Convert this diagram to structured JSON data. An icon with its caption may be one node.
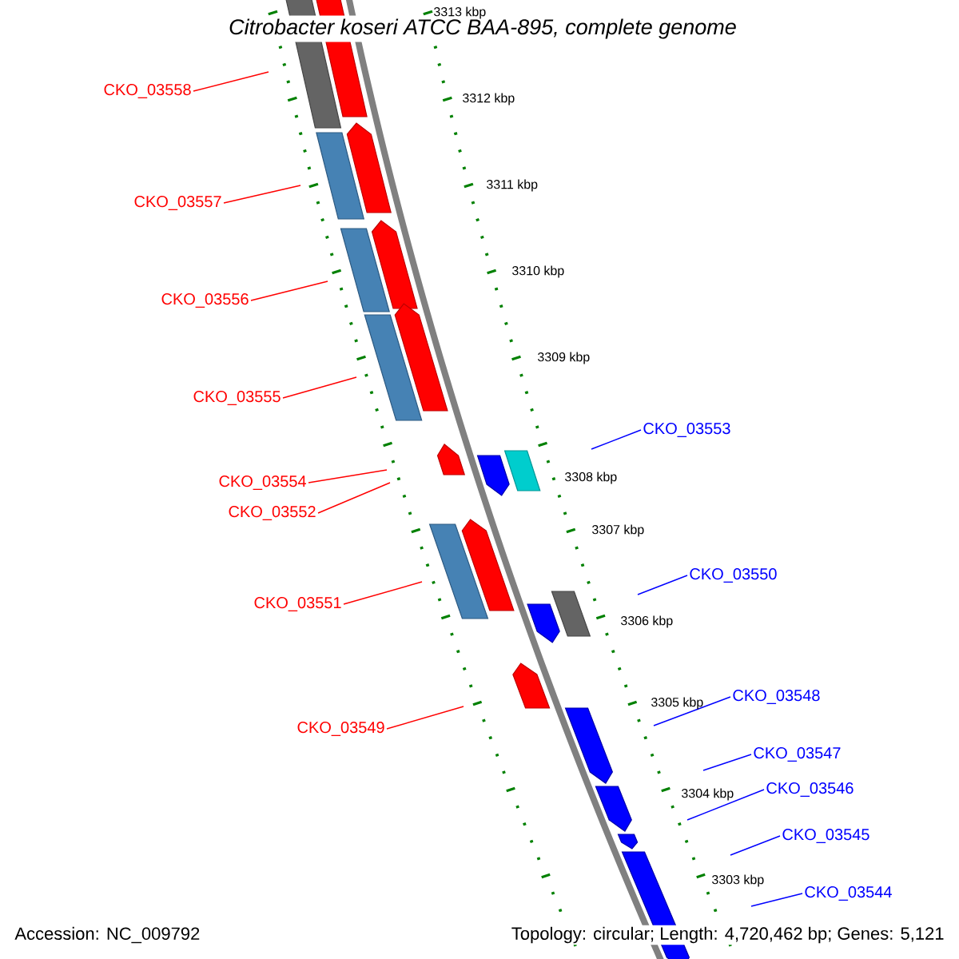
{
  "diagram": {
    "title": "Citrobacter koseri ATCC BAA-895, complete genome",
    "nodes": [
      {
        "text": [
          "CKO_03558"
        ]
      },
      {
        "text": [
          "CKO_03557"
        ]
      },
      {
        "text": [
          "CKO_03556"
        ]
      },
      {
        "text": [
          "CKO_03555"
        ]
      },
      {
        "text": [
          "CKO_03553"
        ]
      },
      {
        "text": [
          "CKO_03554"
        ]
      },
      {
        "text": [
          "CKO_03552"
        ]
      },
      {
        "text": [
          "CKO_03550"
        ]
      },
      {
        "text": [
          "CKO_03551"
        ]
      },
      {
        "text": [
          "CKO_03548"
        ]
      },
      {
        "text": [
          "CKO_03549"
        ]
      },
      {
        "text": [
          "CKO_03547"
        ]
      },
      {
        "text": [
          "CKO_03546"
        ]
      },
      {
        "text": [
          "CKO_03545"
        ]
      },
      {
        "text": [
          "CKO_03544"
        ]
      }
    ],
    "edges": [
      {
        "from": 0,
        "to": null,
        "arrow": "none"
      },
      {
        "from": 1,
        "to": null,
        "arrow": "none"
      },
      {
        "from": 2,
        "to": null,
        "arrow": "none"
      },
      {
        "from": 3,
        "to": null,
        "arrow": "none"
      },
      {
        "from": 4,
        "to": null,
        "arrow": "none",
        "color": "#0000ff"
      },
      {
        "from": 5,
        "to": null,
        "arrow": "none"
      },
      {
        "from": 6,
        "to": null,
        "arrow": "none"
      },
      {
        "from": 7,
        "to": null,
        "arrow": "none",
        "color": "#0000ff"
      },
      {
        "from": 8,
        "to": null,
        "arrow": "none"
      },
      {
        "from": 9,
        "to": null,
        "arrow": "none",
        "color": "#0000ff"
      },
      {
        "from": 10,
        "to": null,
        "arrow": "none"
      },
      {
        "from": 11,
        "to": null,
        "arrow": "none",
        "color": "#0000ff"
      },
      {
        "from": 12,
        "to": null,
        "arrow": "none",
        "color": "#0000ff"
      },
      {
        "from": 13,
        "to": null,
        "arrow": "none",
        "color": "#0000ff"
      },
      {
        "from": 14,
        "to": null,
        "arrow": "none",
        "color": "#0000ff"
      }
    ],
    "labels": [
      "3313 kbp",
      "3312 kbp",
      "3311 kbp",
      "3310 kbp",
      "3309 kbp",
      "3308 kbp",
      "3307 kbp",
      "3306 kbp",
      "3305 kbp",
      "3304 kbp",
      "3303 kbp",
      "Accession: NC_009792",
      "Topology: circular; Length: 4,720,462 bp; Genes: 5,121"
    ]
  }
}
